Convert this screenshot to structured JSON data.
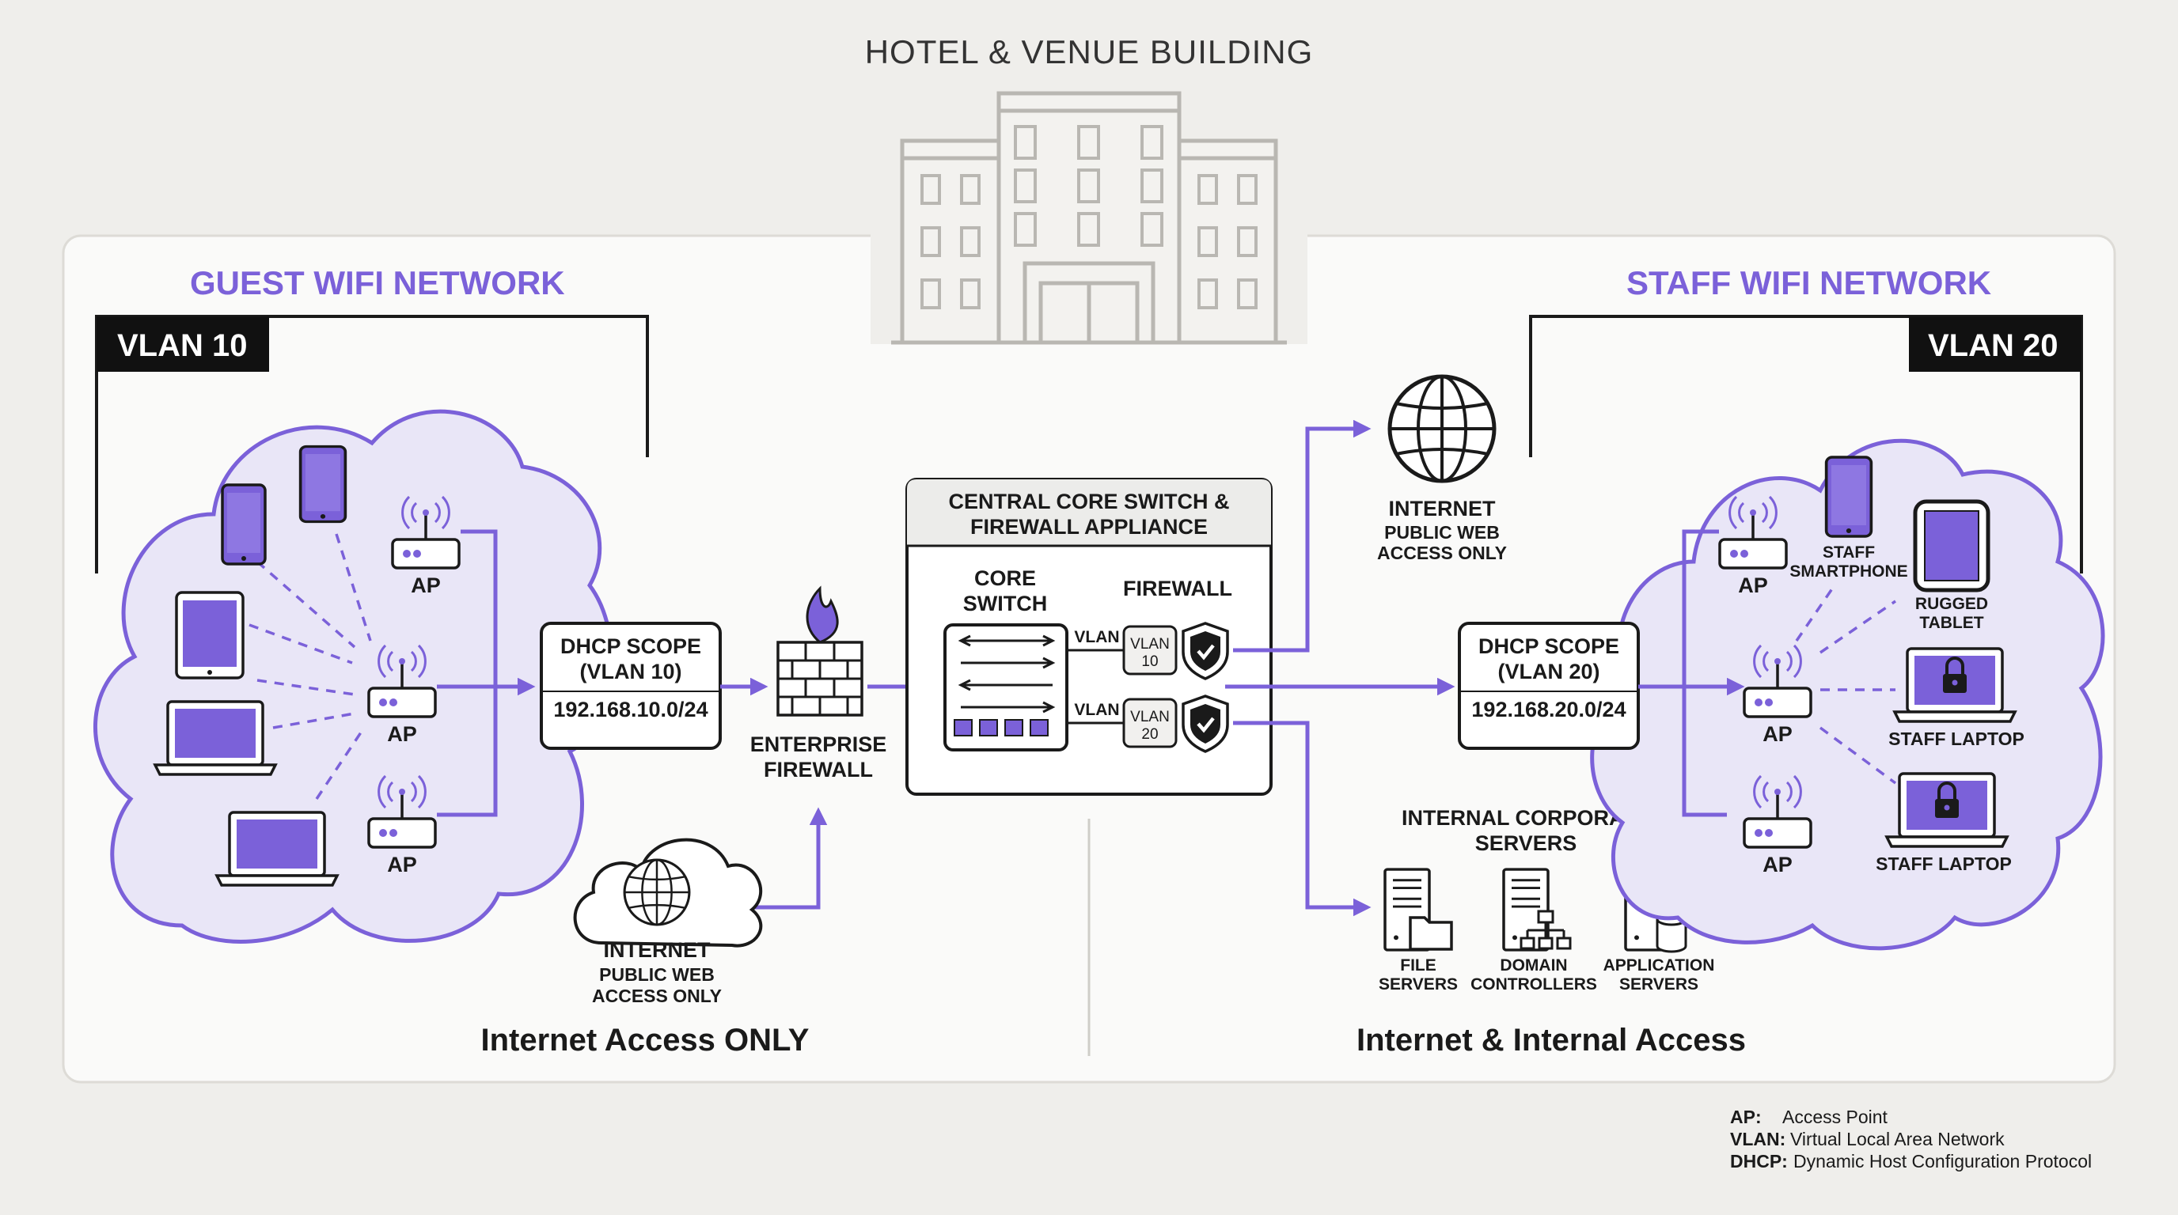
{
  "title": "HOTEL & VENUE BUILDING",
  "guest": {
    "network_title": "GUEST WIFI NETWORK",
    "vlan_tag": "VLAN 10",
    "ap_label": "AP",
    "dhcp_title_1": "DHCP SCOPE",
    "dhcp_title_2": "(VLAN 10)",
    "dhcp_subnet": "192.168.10.0/24",
    "footer": "Internet Access ONLY"
  },
  "enterprise_firewall": {
    "line1": "ENTERPRISE",
    "line2": "FIREWALL"
  },
  "guest_internet": {
    "title": "INTERNET",
    "line1": "PUBLIC WEB",
    "line2": "ACCESS ONLY"
  },
  "core": {
    "title1": "CENTRAL CORE SWITCH &",
    "title2": "FIREWALL APPLIANCE",
    "switch1": "CORE",
    "switch2": "SWITCH",
    "firewall": "FIREWALL",
    "vlan_word": "VLAN",
    "vlan10_num": "10",
    "vlan20_num": "20"
  },
  "staff_internet": {
    "title": "INTERNET",
    "line1": "PUBLIC WEB",
    "line2": "ACCESS ONLY"
  },
  "staff": {
    "network_title": "STAFF WIFI NETWORK",
    "vlan_tag": "VLAN 20",
    "ap_label": "AP",
    "dhcp_title_1": "DHCP SCOPE",
    "dhcp_title_2": "(VLAN 20)",
    "dhcp_subnet": "192.168.20.0/24",
    "smartphone_1": "STAFF",
    "smartphone_2": "SMARTPHONE",
    "tablet_1": "RUGGED",
    "tablet_2": "TABLET",
    "laptop": "STAFF LAPTOP",
    "footer": "Internet & Internal Access"
  },
  "servers": {
    "title1": "INTERNAL CORPORATE",
    "title2": "SERVERS",
    "file_1": "FILE",
    "file_2": "SERVERS",
    "domain_1": "DOMAIN",
    "domain_2": "CONTROLLERS",
    "app_1": "APPLICATION",
    "app_2": "SERVERS"
  },
  "legend": [
    {
      "key": "AP:",
      "value": "Access Point"
    },
    {
      "key": "VLAN:",
      "value": "Virtual Local Area Network"
    },
    {
      "key": "DHCP:",
      "value": "Dynamic Host Configuration Protocol"
    }
  ],
  "colors": {
    "accent": "#7b61d9",
    "cloud_fill": "#e9e6f7",
    "background": "#efeeeb",
    "panel": "#fafaf9",
    "dark": "#1a1a1a"
  },
  "icons": [
    "building-icon",
    "smartphone-icon",
    "tablet-icon",
    "laptop-icon",
    "access-point-icon",
    "firewall-icon",
    "globe-icon",
    "cloud-icon",
    "switch-icon",
    "shield-icon",
    "server-icon",
    "lock-icon"
  ]
}
